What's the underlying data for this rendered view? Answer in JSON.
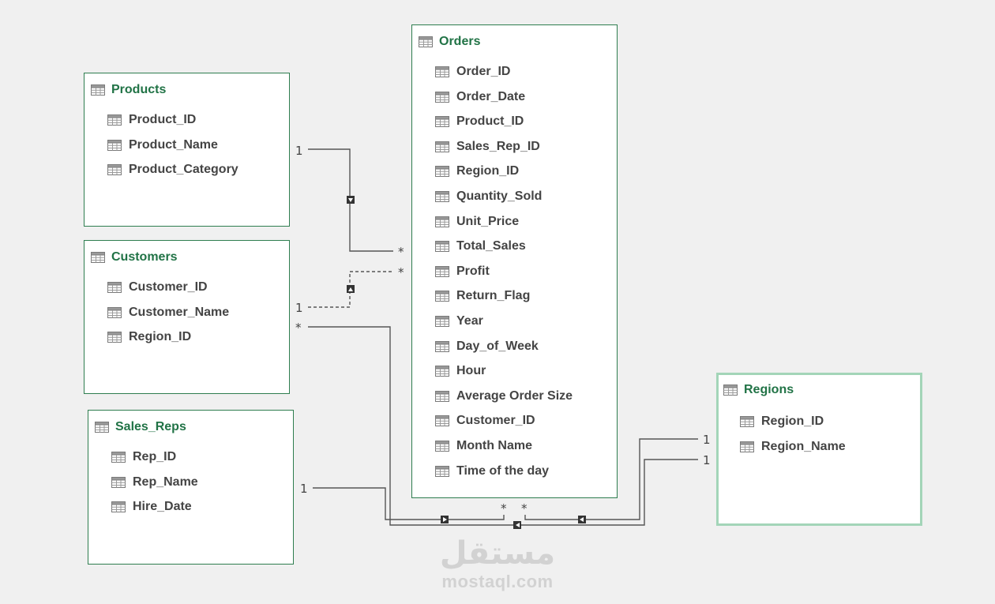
{
  "diagram": {
    "tables": [
      {
        "key": "products",
        "title": "Products",
        "fields": [
          "Product_ID",
          "Product_Name",
          "Product_Category"
        ]
      },
      {
        "key": "customers",
        "title": "Customers",
        "fields": [
          "Customer_ID",
          "Customer_Name",
          "Region_ID"
        ]
      },
      {
        "key": "sales_reps",
        "title": "Sales_Reps",
        "fields": [
          "Rep_ID",
          "Rep_Name",
          "Hire_Date"
        ]
      },
      {
        "key": "orders",
        "title": "Orders",
        "fields": [
          "Order_ID",
          "Order_Date",
          "Product_ID",
          "Sales_Rep_ID",
          "Region_ID",
          "Quantity_Sold",
          "Unit_Price",
          "Total_Sales",
          "Profit",
          "Return_Flag",
          "Year",
          "Day_of_Week",
          "Hour",
          "Average Order Size",
          "Customer_ID",
          "Month Name",
          "Time of the day"
        ]
      },
      {
        "key": "regions",
        "title": "Regions",
        "selected": true,
        "fields": [
          "Region_ID",
          "Region_Name"
        ]
      }
    ],
    "relationships": [
      {
        "from": "products",
        "to": "orders",
        "from_card": "1",
        "to_card": "*",
        "active": true
      },
      {
        "from": "customers",
        "to": "orders",
        "from_card": "1",
        "to_card": "*",
        "active": false
      },
      {
        "from": "customers",
        "to": "regions",
        "from_card": "*",
        "to_card": "1",
        "active": true
      },
      {
        "from": "sales_reps",
        "to": "orders",
        "from_card": "1",
        "to_card": "*",
        "active": true
      },
      {
        "from": "regions",
        "to": "orders",
        "from_card": "1",
        "to_card": "*",
        "active": true
      }
    ],
    "colors": {
      "title": "#217346",
      "border": "#2e7d4f",
      "selected_border": "#a3d5b8",
      "field": "#444444"
    }
  },
  "watermark": {
    "logo": "مستقل",
    "url": "mostaql.com"
  }
}
